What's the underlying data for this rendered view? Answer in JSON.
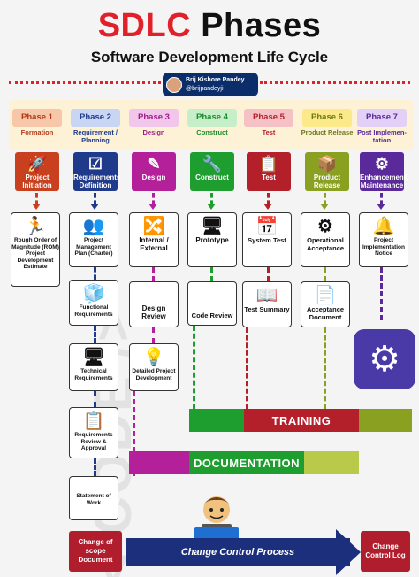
{
  "header": {
    "title_red": "SDLC",
    "title_black": "Phases",
    "subtitle": "Software Development Life Cycle",
    "author_name": "Brij Kishore Pandey",
    "author_handle": "@brijpandeyji"
  },
  "watermark": "< CODE />",
  "phases": [
    {
      "label": "Phase 1",
      "sub": "Formation",
      "box": "Project Initiation",
      "icon": "rocket-icon",
      "color": "#c9401f",
      "tab_bg": "#f6c7a8",
      "tab_fg": "#b33a1a"
    },
    {
      "label": "Phase 2",
      "sub": "Requirement / Planning",
      "box": "Requirements Definition",
      "icon": "checklist-icon",
      "color": "#1f3a8a",
      "tab_bg": "#c8d6f4",
      "tab_fg": "#1f3a8a"
    },
    {
      "label": "Phase 3",
      "sub": "Design",
      "box": "Design",
      "icon": "pen-icon",
      "color": "#b3209a",
      "tab_bg": "#f2c6ea",
      "tab_fg": "#a01b8a"
    },
    {
      "label": "Phase 4",
      "sub": "Construct",
      "box": "Construct",
      "icon": "wrench-icon",
      "color": "#1e9e2e",
      "tab_bg": "#c6efc9",
      "tab_fg": "#1b8d2a"
    },
    {
      "label": "Phase 5",
      "sub": "Test",
      "box": "Test",
      "icon": "clipboard-icon",
      "color": "#b3202a",
      "tab_bg": "#f6c1c4",
      "tab_fg": "#b3202a"
    },
    {
      "label": "Phase 6",
      "sub": "Product Release",
      "box": "Product Release",
      "icon": "box-icon",
      "color": "#8aa021",
      "tab_bg": "#fbe98a",
      "tab_fg": "#6b7a14"
    },
    {
      "label": "Phase 7",
      "sub": "Post Implemen-tation",
      "box": "Enhancement, Maintenance",
      "icon": "gears-icon",
      "color": "#5a2a9a",
      "tab_bg": "#e2d0f6",
      "tab_fg": "#5a2a9a"
    }
  ],
  "cards": {
    "rom": "Rough Order of Magnitude (ROM) Project Development Estimate",
    "pmp": "Project Management Plan (Charter)",
    "func": "Functional Requirements",
    "tech": "Technical Requirements",
    "review": "Requirements Review & Approval",
    "sow": "Statement of Work",
    "internal": "Internal / External",
    "design_review": "Design Review",
    "detailed": "Detailed Project Development",
    "prototype": "Prototype",
    "code_review": "Code Review",
    "system_test": "System Test",
    "test_summary": "Test Summary",
    "op_accept": "Operational Acceptance",
    "accept_doc": "Acceptance Document",
    "impl_notice": "Project Implementation Notice"
  },
  "bars": {
    "training": "TRAINING",
    "documentation": "DOCUMENTATION"
  },
  "footer": {
    "change_scope": "Change of scope Document",
    "process": "Change Control Process",
    "change_log": "Change Control Log"
  }
}
